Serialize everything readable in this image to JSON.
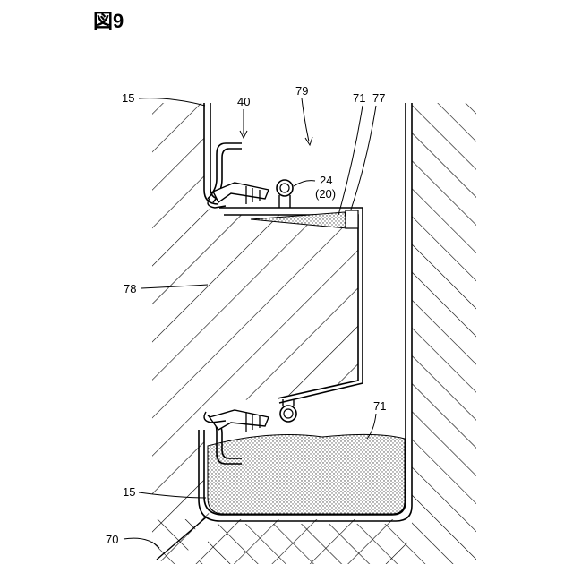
{
  "figure": {
    "title": "図9"
  },
  "labels": {
    "l15_top": "15",
    "l40": "40",
    "l79": "79",
    "l71_top": "71",
    "l77": "77",
    "l24": "24",
    "l20": "(20)",
    "l78": "78",
    "l71_bottom": "71",
    "l15_bottom": "15",
    "l70": "70"
  }
}
